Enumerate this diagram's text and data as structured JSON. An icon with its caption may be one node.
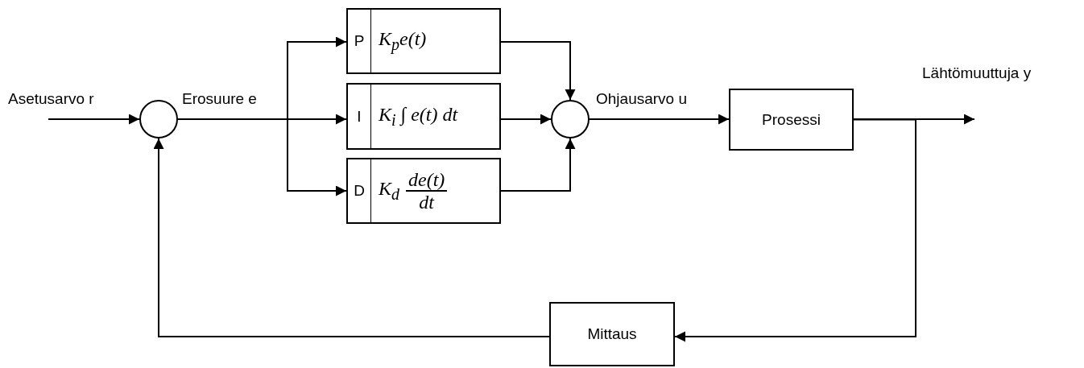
{
  "diagram": {
    "nodes": [
      {
        "text": [],
        "shape": "circle"
      },
      {
        "text": [
          "P",
          "K$_{p}$e(t)"
        ]
      },
      {
        "text": [
          "I",
          "K$_{i}$ ∫ e(t)  dt"
        ]
      },
      {
        "text": [
          "D",
          "K$_{d}$",
          "de(t)",
          "dt"
        ]
      },
      {
        "text": [],
        "shape": "circle"
      },
      {
        "text": [
          "Prosessi"
        ]
      },
      {
        "text": [
          "Mittaus"
        ]
      }
    ],
    "edges": [
      {
        "from": null,
        "to": 0,
        "arrow": "to",
        "label": "Asetusarvo r"
      },
      {
        "from": 0,
        "to": 1,
        "arrow": "to"
      },
      {
        "from": 0,
        "to": 2,
        "arrow": "to",
        "label": "Erosuure e"
      },
      {
        "from": 0,
        "to": 3,
        "arrow": "to"
      },
      {
        "from": 1,
        "to": 4,
        "arrow": "to"
      },
      {
        "from": 2,
        "to": 4,
        "arrow": "to"
      },
      {
        "from": 3,
        "to": 4,
        "arrow": "to"
      },
      {
        "from": 4,
        "to": 5,
        "arrow": "to",
        "label": "Ohjausarvo u"
      },
      {
        "from": 5,
        "to": null,
        "arrow": "to",
        "label": "Lähtömuuttuja y"
      },
      {
        "from": 5,
        "to": 6,
        "arrow": "to"
      },
      {
        "from": 6,
        "to": 0,
        "arrow": "to"
      }
    ]
  }
}
